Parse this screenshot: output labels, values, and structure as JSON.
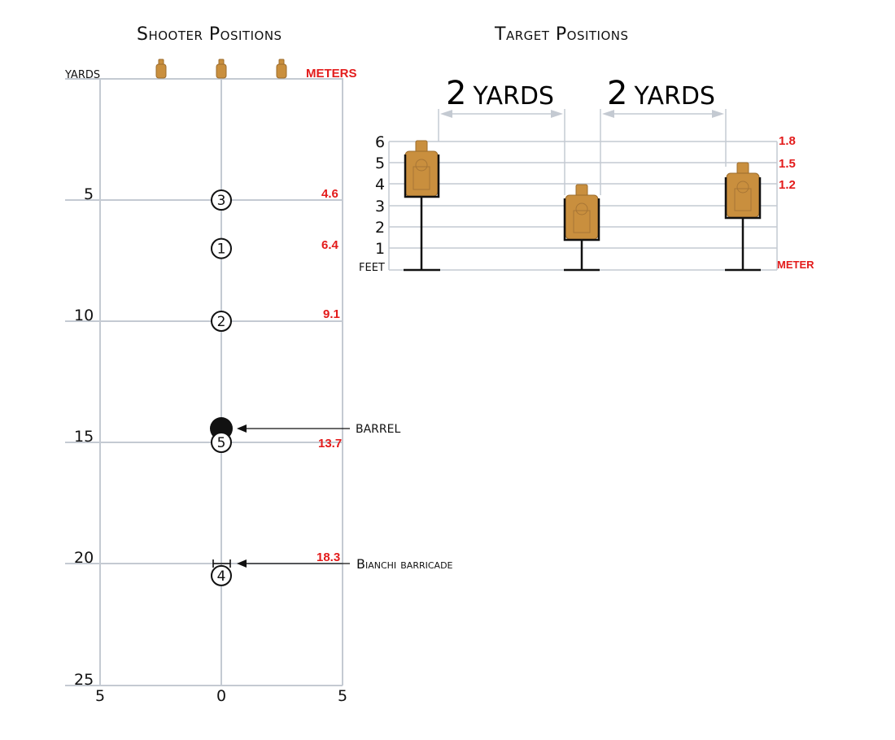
{
  "shooter_panel": {
    "title": "Shooter Positions",
    "left_unit": "YARDS",
    "right_unit": "METERS",
    "y_ticks": [
      "5",
      "10",
      "15",
      "20",
      "25"
    ],
    "x_ticks": [
      "5",
      "0",
      "5"
    ],
    "meter_labels": [
      "4.6",
      "6.4",
      "9.1",
      "13.7",
      "18.3"
    ],
    "positions": [
      {
        "number": "3",
        "yards": 5
      },
      {
        "number": "1",
        "yards": 7
      },
      {
        "number": "2",
        "yards": 10
      },
      {
        "number": "5",
        "yards": 15
      },
      {
        "number": "4",
        "yards": 20.5
      }
    ],
    "barrel_label": "BARREL",
    "barricade_label": "Bianchi barricade"
  },
  "target_panel": {
    "title": "Target Positions",
    "spacing_1": {
      "number": "2",
      "unit": "YARDS"
    },
    "spacing_2": {
      "number": "2",
      "unit": "YARDS"
    },
    "feet_ticks": [
      "6",
      "5",
      "4",
      "3",
      "2",
      "1"
    ],
    "feet_label": "FEET",
    "meter_ticks": [
      "1.8",
      "1.5",
      "1.2"
    ],
    "meter_label": "METER"
  },
  "colors": {
    "accent_red": "#e31b1b",
    "target_tan": "#c98f3e",
    "grid_gray": "#c4cad2"
  }
}
